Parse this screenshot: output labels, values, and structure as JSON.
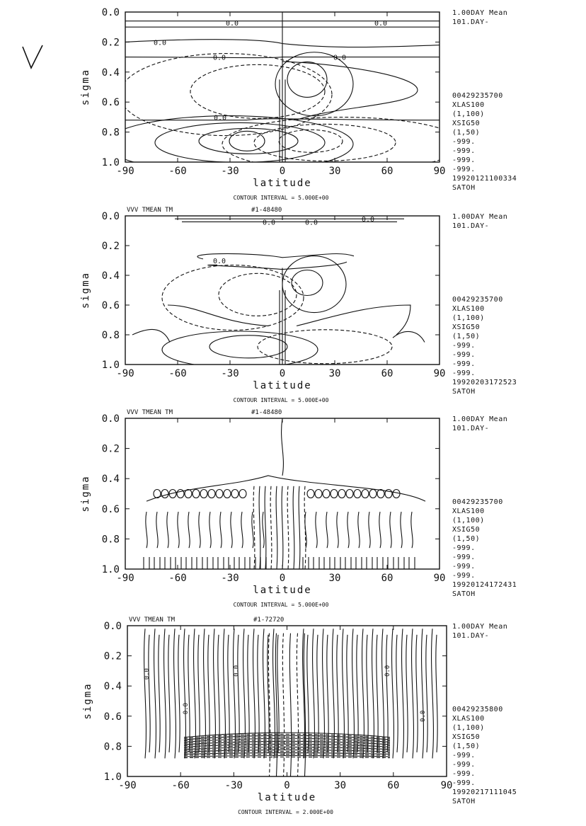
{
  "handmark": "V",
  "panels": [
    {
      "header_left": "",
      "header_right": "",
      "contour_interval": "CONTOUR INTERVAL = 5.000E+00",
      "side_top": [
        "1.00DAY Mean",
        "101.DAY-"
      ],
      "side_bottom": [
        "00429235700",
        "XLAS100",
        "(1,100)",
        "XSIG50",
        "(1,50)",
        "-999.",
        "-999.",
        "-999.",
        "-999.",
        "19920121100334",
        "SATOH"
      ],
      "contour_labels": [
        "0.0",
        "0.0",
        "0.0",
        "0.0",
        "0.0",
        "0.0"
      ]
    },
    {
      "header_left": "VVV TMEAN TM",
      "header_right": "#1-48480",
      "contour_interval": "CONTOUR INTERVAL = 5.000E+00",
      "side_top": [
        "1.00DAY Mean",
        "101.DAY-"
      ],
      "side_bottom": [
        "00429235700",
        "XLAS100",
        "(1,100)",
        "XSIG50",
        "(1,50)",
        "-999.",
        "-999.",
        "-999.",
        "-999.",
        "19920203172523",
        "SATOH"
      ],
      "contour_labels": [
        "0.0",
        "0.0",
        "0.0",
        "0.0"
      ]
    },
    {
      "header_left": "VVV TMEAN TM",
      "header_right": "#1-48480",
      "contour_interval": "CONTOUR INTERVAL = 5.000E+00",
      "side_top": [
        "1.00DAY Mean",
        "101.DAY-"
      ],
      "side_bottom": [
        "00429235700",
        "XLAS100",
        "(1,100)",
        "XSIG50",
        "(1,50)",
        "-999.",
        "-999.",
        "-999.",
        "-999.",
        "19920124172431",
        "SATOH"
      ],
      "contour_labels": []
    },
    {
      "header_left": "VVV TMEAN TM",
      "header_right": "#1-72720",
      "contour_interval": "CONTOUR INTERVAL = 2.000E+00",
      "side_top": [
        "1.00DAY Mean",
        "101.DAY-"
      ],
      "side_bottom": [
        "00429235800",
        "XLAS100",
        "(1,100)",
        "XSIG50",
        "(1,50)",
        "-999.",
        "-999.",
        "-999.",
        "-999.",
        "19920217111045",
        "SATOH"
      ],
      "contour_labels": [
        "0.0",
        "0.0",
        "0.0",
        "0.0",
        "0.0"
      ]
    }
  ],
  "chart_data": [
    {
      "type": "contour",
      "xlabel": "latitude",
      "ylabel": "sigma",
      "xlim": [
        -90,
        90
      ],
      "ylim": [
        1.0,
        0.0
      ],
      "xticks": [
        "-90",
        "-60",
        "-30",
        "0",
        "30",
        "60",
        "90"
      ],
      "yticks": [
        "0.0",
        "0.2",
        "0.4",
        "0.6",
        "0.8",
        "1.0"
      ]
    },
    {
      "type": "contour",
      "xlabel": "latitude",
      "ylabel": "sigma",
      "xlim": [
        -90,
        90
      ],
      "ylim": [
        1.0,
        0.0
      ],
      "xticks": [
        "-90",
        "-60",
        "-30",
        "0",
        "30",
        "60",
        "90"
      ],
      "yticks": [
        "0.0",
        "0.2",
        "0.4",
        "0.6",
        "0.8",
        "1.0"
      ]
    },
    {
      "type": "contour",
      "xlabel": "latitude",
      "ylabel": "sigma",
      "xlim": [
        -90,
        90
      ],
      "ylim": [
        1.0,
        0.0
      ],
      "xticks": [
        "-90",
        "-60",
        "-30",
        "0",
        "30",
        "60",
        "90"
      ],
      "yticks": [
        "0.0",
        "0.2",
        "0.4",
        "0.6",
        "0.8",
        "1.0"
      ]
    },
    {
      "type": "contour",
      "xlabel": "latitude",
      "ylabel": "sigma",
      "xlim": [
        -90,
        90
      ],
      "ylim": [
        1.0,
        0.0
      ],
      "xticks": [
        "-90",
        "-60",
        "-30",
        "0",
        "30",
        "60",
        "90"
      ],
      "yticks": [
        "0.0",
        "0.2",
        "0.4",
        "0.6",
        "0.8",
        "1.0"
      ]
    }
  ]
}
